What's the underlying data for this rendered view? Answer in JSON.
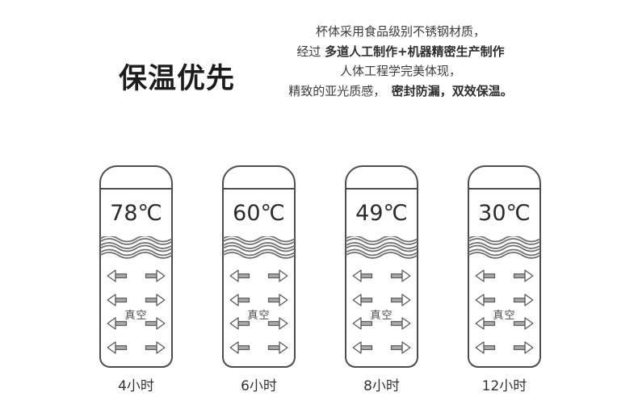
{
  "page": {
    "background": "#ffffff"
  },
  "header": {
    "title": "保温优先",
    "description_lines": [
      [
        {
          "text": "杯体采用食品级别不锈钢材质，",
          "bold": false
        }
      ],
      [
        {
          "text": "经过 ",
          "bold": false
        },
        {
          "text": "多道人工制作+机器精密生产制作",
          "bold": true
        }
      ],
      [
        {
          "text": "人体工程学完美体现，",
          "bold": false
        }
      ],
      [
        {
          "text": "精致的亚光质感，　",
          "bold": false
        },
        {
          "text": "密封防漏，双效保温。",
          "bold": true
        }
      ]
    ]
  },
  "bottles": [
    {
      "temperature": "78℃",
      "duration": "4小时",
      "vacuum_label": "真空"
    },
    {
      "temperature": "60℃",
      "duration": "6小时",
      "vacuum_label": "真空"
    },
    {
      "temperature": "49℃",
      "duration": "8小时",
      "vacuum_label": "真空"
    },
    {
      "temperature": "30℃",
      "duration": "12小时",
      "vacuum_label": "真空"
    }
  ],
  "colors": {
    "title_text": "#1c1c1c",
    "body_text": "#3b3b3b",
    "bottle_outline": "#4d4d4d",
    "arrow_shaft": "#a9a9a9",
    "wave_line": "#6f6f6f"
  }
}
